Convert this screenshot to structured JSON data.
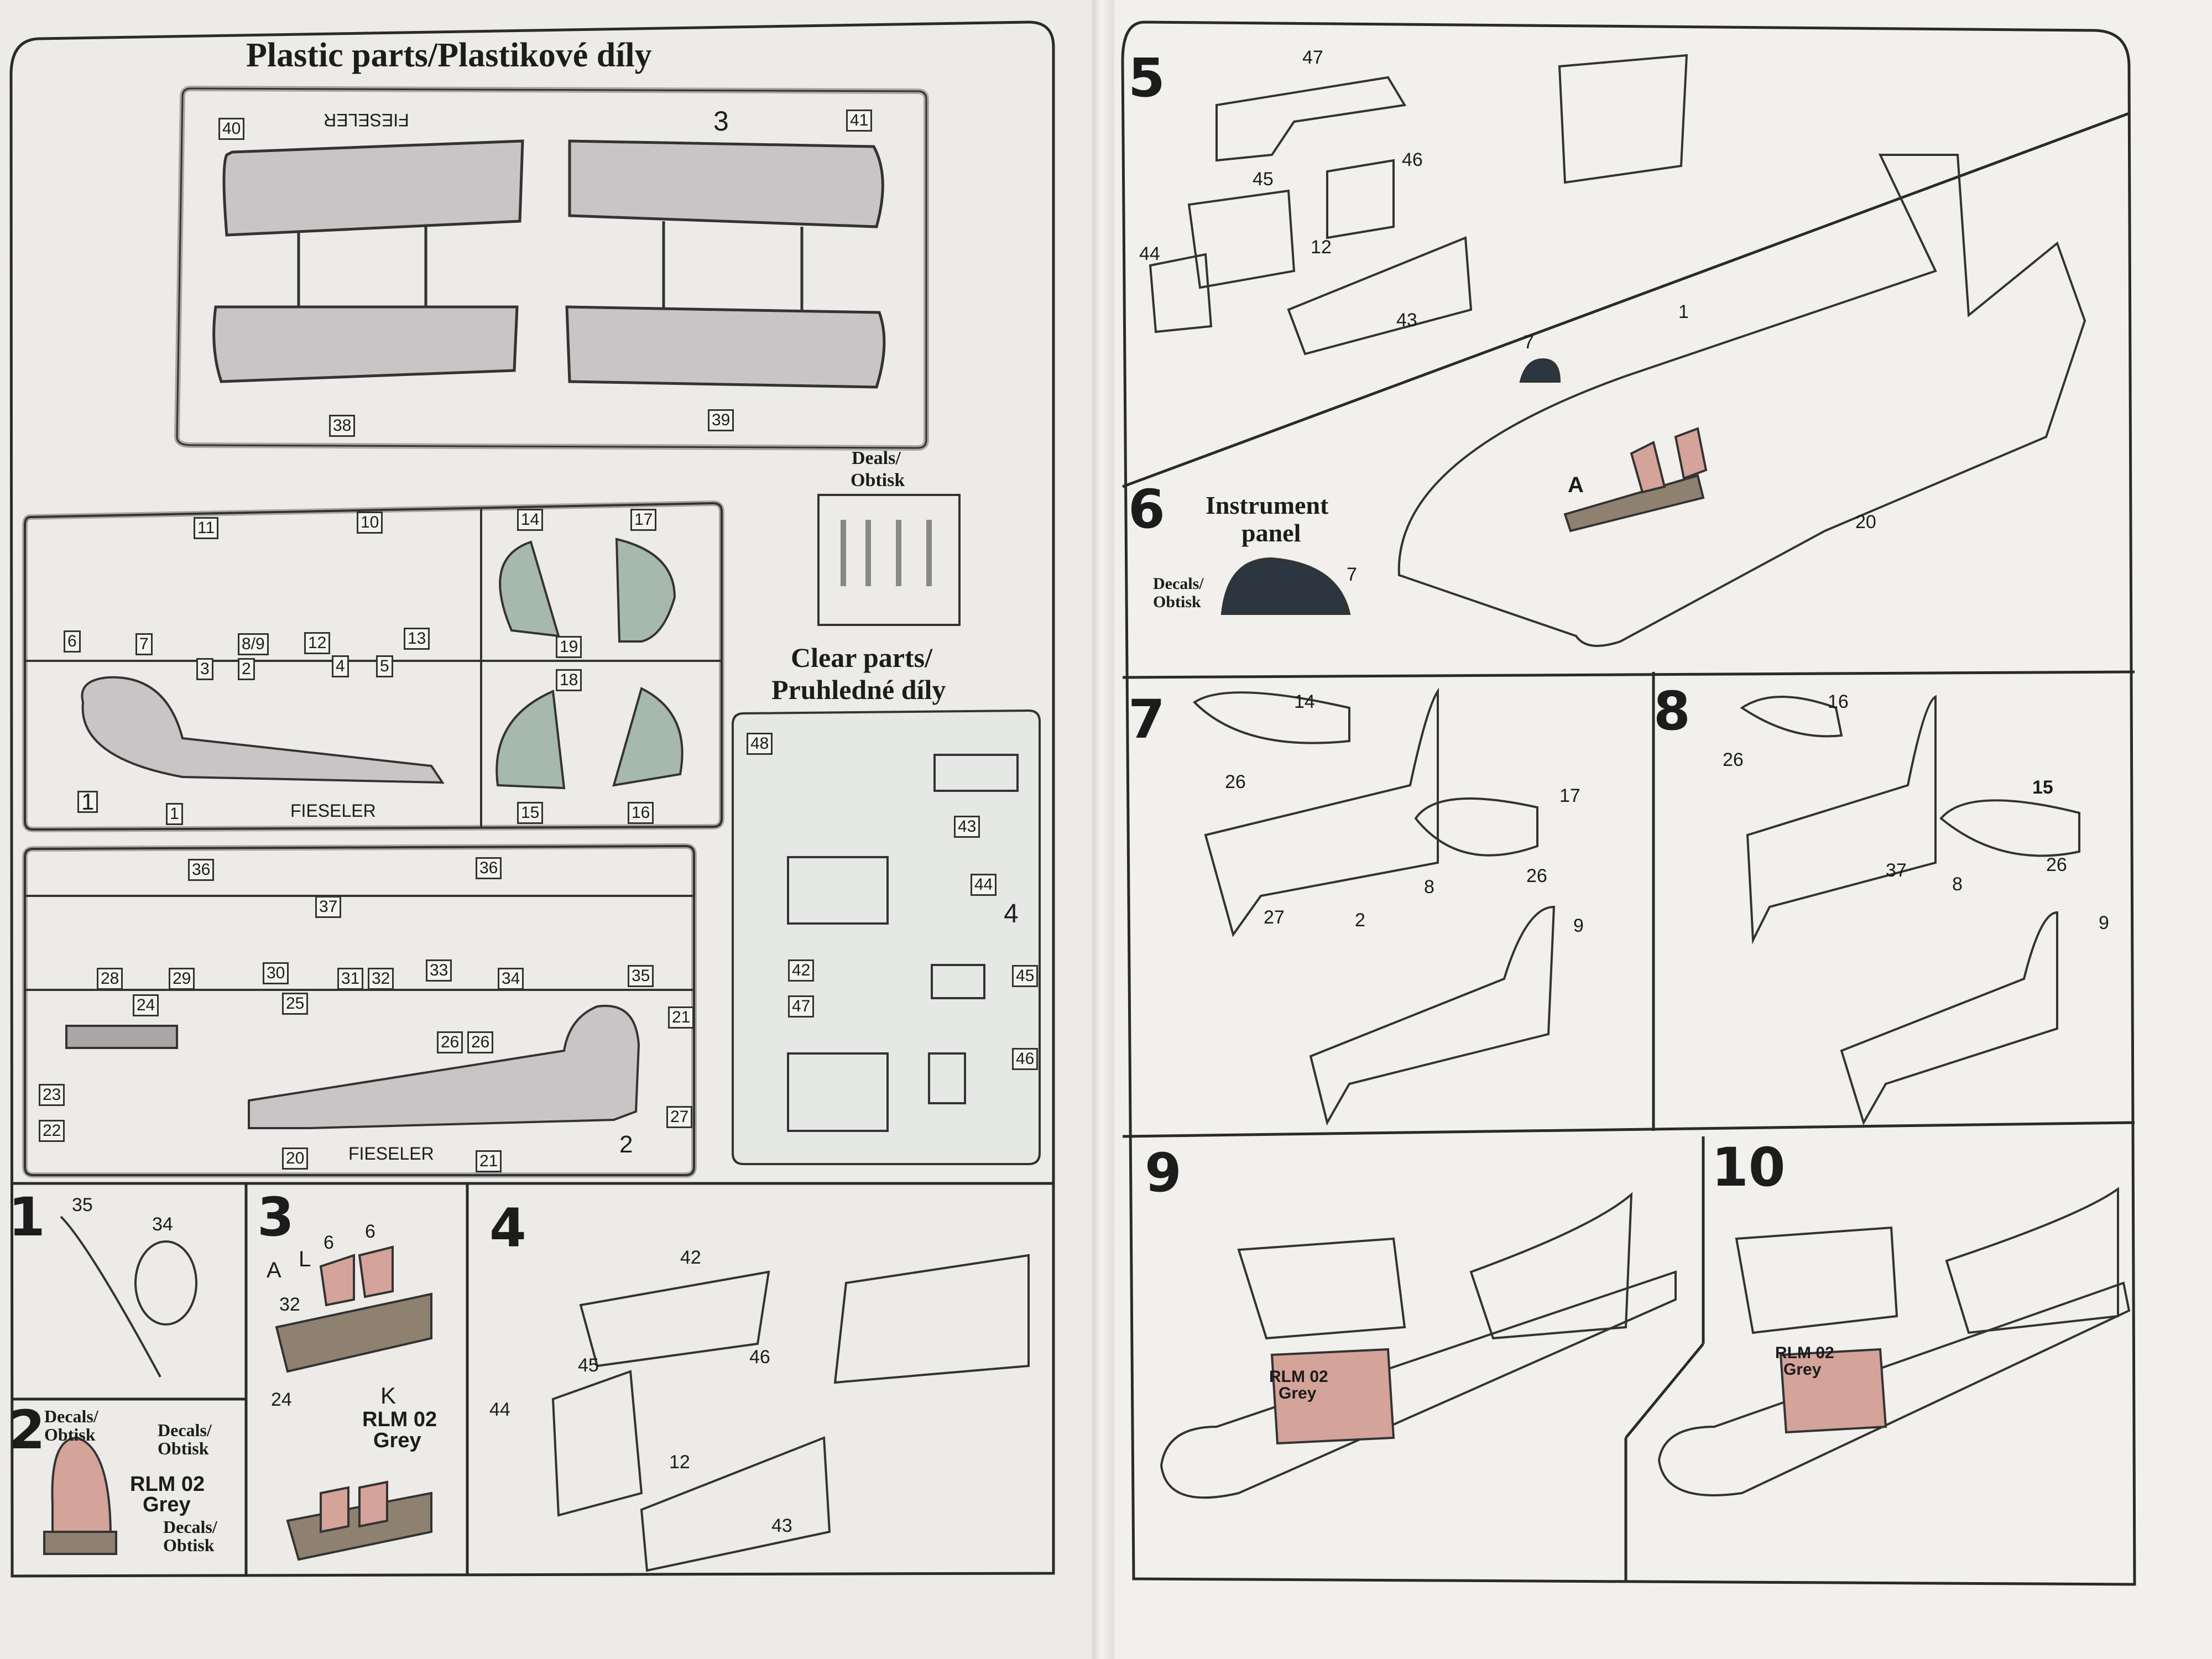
{
  "sections": {
    "plastic_parts_title": "Plastic parts/Plastikové díly",
    "clear_parts_title_1": "Clear parts/",
    "clear_parts_title_2": "Pruhledné díly",
    "deals_title_1": "Deals/",
    "deals_title_2": "Obtisk",
    "instrument_panel_1": "Instrument",
    "instrument_panel_2": "panel",
    "decals_1": "Decals/",
    "decals_2": "Obtisk",
    "rlm_1": "RLM 02",
    "rlm_2": "Grey",
    "brand": "FIESELER"
  },
  "sprue_numbers": {
    "sprue3": [
      "40",
      "41",
      "38",
      "39",
      "3"
    ],
    "sprue1": [
      "11",
      "10",
      "14",
      "17",
      "6",
      "7",
      "8/9",
      "12",
      "13",
      "3",
      "2",
      "4",
      "5",
      "19",
      "18",
      "15",
      "16",
      "1",
      "1"
    ],
    "sprue2": [
      "36",
      "36",
      "37",
      "28",
      "29",
      "30",
      "31",
      "32",
      "33",
      "34",
      "35",
      "24",
      "25",
      "26",
      "26",
      "21",
      "23",
      "22",
      "20",
      "21",
      "27",
      "2"
    ],
    "clear": [
      "48",
      "43",
      "44",
      "4",
      "42",
      "45",
      "47",
      "46"
    ]
  },
  "steps": {
    "s1": {
      "num": "1",
      "parts": [
        "35",
        "34"
      ]
    },
    "s2": {
      "num": "2"
    },
    "s3": {
      "num": "3",
      "parts": [
        "6",
        "6",
        "A",
        "L",
        "32",
        "24",
        "K"
      ]
    },
    "s4": {
      "num": "4",
      "parts": [
        "42",
        "46",
        "45",
        "44",
        "12",
        "43"
      ]
    },
    "s5": {
      "num": "5",
      "parts": [
        "47",
        "46",
        "45",
        "44",
        "12",
        "43"
      ]
    },
    "s6": {
      "num": "6",
      "parts": [
        "7",
        "1",
        "A",
        "20",
        "7"
      ]
    },
    "s7": {
      "num": "7",
      "parts": [
        "14",
        "26",
        "17",
        "26",
        "27",
        "2",
        "8",
        "9"
      ]
    },
    "s8": {
      "num": "8",
      "parts": [
        "16",
        "26",
        "15",
        "37",
        "26",
        "8",
        "9"
      ]
    },
    "s9": {
      "num": "9"
    },
    "s10": {
      "num": "10"
    }
  },
  "colors": {
    "line": "#2a2a2a",
    "sprue_fill": "#c9c4c6",
    "clear_fill": "#e6e8e6",
    "seat": "#d4a39a",
    "floor": "#8f8170",
    "panel": "#2b3640",
    "green": "#a7b8ad"
  }
}
